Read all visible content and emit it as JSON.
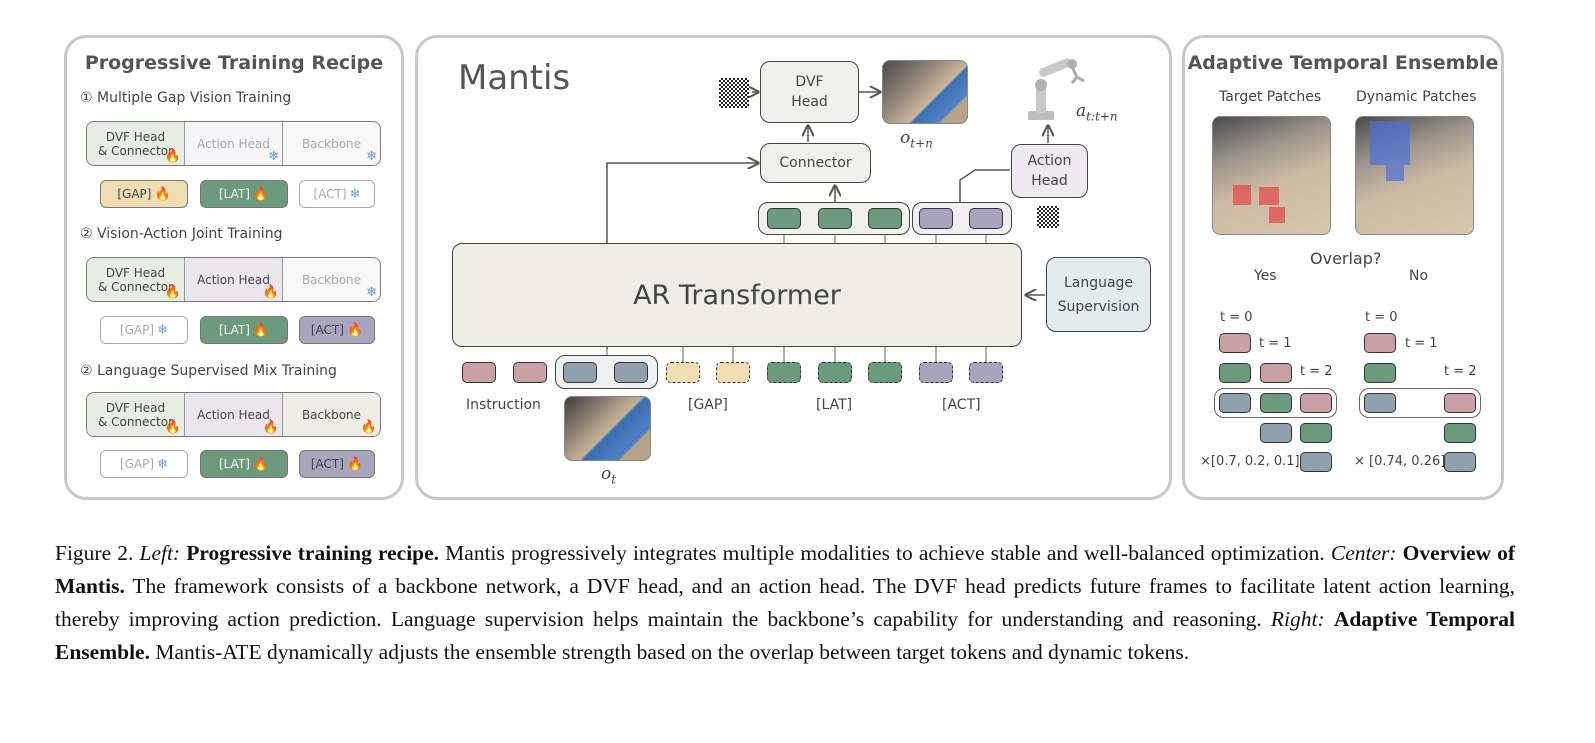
{
  "left": {
    "title": "Progressive Training Recipe",
    "steps": [
      {
        "label": "① Multiple Gap Vision Training",
        "segments": [
          "DVF Head\n& Connector",
          "Action Head",
          "Backbone"
        ],
        "pills": [
          "[GAP]",
          "[LAT]",
          "[ACT]"
        ]
      },
      {
        "label": "② Vision-Action Joint Training",
        "segments": [
          "DVF Head\n& Connector",
          "Action Head",
          "Backbone"
        ],
        "pills": [
          "[GAP]",
          "[LAT]",
          "[ACT]"
        ]
      },
      {
        "label": "② Language Supervised Mix Training",
        "segments": [
          "DVF Head\n& Connector",
          "Action Head",
          "Backbone"
        ],
        "pills": [
          "[GAP]",
          "[LAT]",
          "[ACT]"
        ]
      }
    ]
  },
  "center": {
    "title": "Mantis",
    "dvf_head": "DVF\nHead",
    "connector": "Connector",
    "action_head": "Action\nHead",
    "transformer": "AR Transformer",
    "language_supervision": "Language\nSupervision",
    "o_t_plus_n": "o",
    "o_t_plus_n_sub": "t+n",
    "a_label": "a",
    "a_sub": "t:t+n",
    "o_t": "o",
    "o_t_sub": "t",
    "token_labels": [
      "Instruction",
      "[GAP]",
      "[LAT]",
      "[ACT]"
    ]
  },
  "right": {
    "title": "Adaptive Temporal Ensemble",
    "target_patches": "Target Patches",
    "dynamic_patches": "Dynamic Patches",
    "overlap": "Overlap?",
    "yes": "Yes",
    "no": "No",
    "t0": "t = 0",
    "t1": "t = 1",
    "t2": "t = 2",
    "yes_weights": "×[0.7, 0.2, 0.1]",
    "no_weights": "× [0.74, 0.26]"
  },
  "caption": {
    "fig": "Figure 2.",
    "left_i": "Left:",
    "left_b": "Progressive training recipe.",
    "left_t": "Mantis progressively integrates multiple modalities to achieve stable and well-balanced optimization.",
    "center_i": "Center:",
    "center_b": "Overview of Mantis.",
    "center_t": "The framework consists of a backbone network, a DVF head, and an action head. The DVF head predicts future frames to facilitate latent action learning, thereby improving action prediction. Language supervision helps maintain the backbone’s capability for understanding and reasoning.",
    "right_i": "Right:",
    "right_b": "Adaptive Temporal Ensemble.",
    "right_t": "Mantis-ATE dynamically adjusts the ensemble strength based on the overlap between target tokens and dynamic tokens."
  },
  "colors": {
    "lat_green": "#6b9a7c",
    "gap_yellow": "#f1ddb1",
    "act_purple": "#a8a6bf",
    "instr_pink": "#c9a0a3",
    "vision_blue": "#8ea1ad",
    "fire": "#f07a1e",
    "snow": "#6c9bd6"
  },
  "icons": [
    "fire-icon",
    "snowflake-icon",
    "robot-arm-icon",
    "noise-icon"
  ]
}
